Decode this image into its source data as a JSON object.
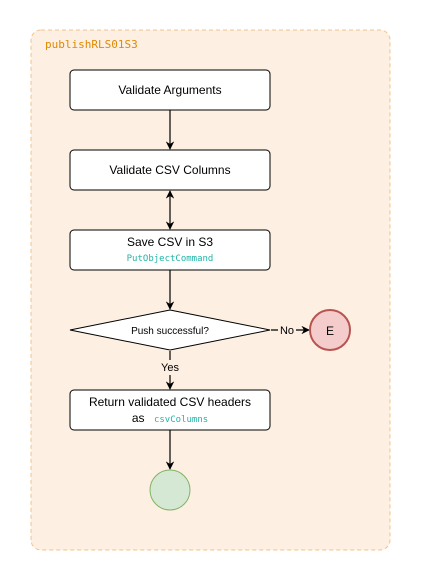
{
  "group": {
    "label": "publishRLS01S3",
    "fill": "#fdefe2",
    "stroke": "#f4c28a"
  },
  "nodes": {
    "validate_arguments": {
      "label": "Validate Arguments"
    },
    "validate_csv_columns": {
      "label": "Validate CSV Columns"
    },
    "save_csv": {
      "label": "Save CSV in S3",
      "code": "PutObjectCommand"
    },
    "decision": {
      "label": "Push successful?"
    },
    "error_end": {
      "label": "E",
      "fill": "#f4cccc",
      "stroke": "#b85450"
    },
    "return_headers": {
      "label_line1": "Return validated CSV headers",
      "label_prefix": "as",
      "code": "csvColumns"
    },
    "success_end": {
      "fill": "#d5e8d4",
      "stroke": "#82b366"
    }
  },
  "edges": {
    "no_label": "No",
    "yes_label": "Yes"
  },
  "colors": {
    "code_text": "#21b5a6",
    "group_label": "#e08a00"
  }
}
